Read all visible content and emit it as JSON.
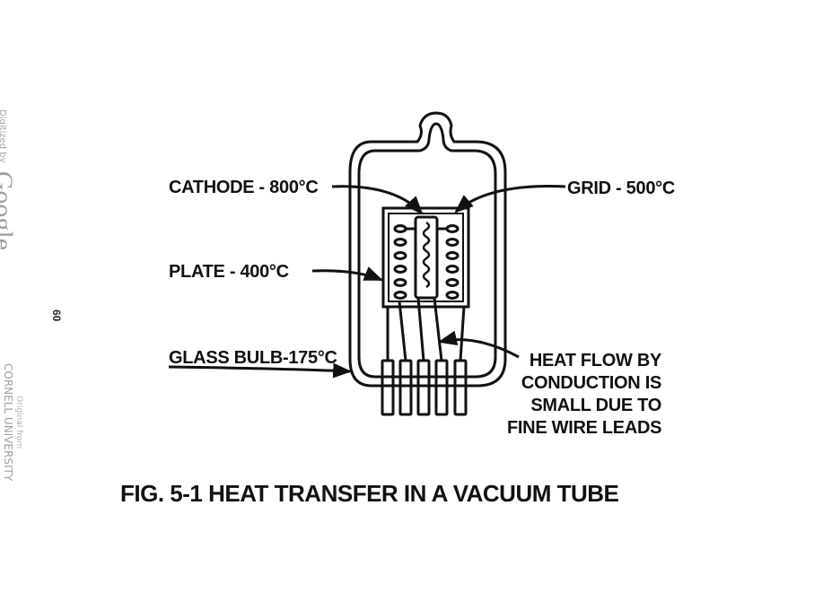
{
  "labels": {
    "cathode": "CATHODE - 800°C",
    "grid": "GRID - 500°C",
    "plate": "PLATE - 400°C",
    "glass_bulb": "GLASS BULB-175°C",
    "heat_flow": [
      "HEAT FLOW BY",
      "CONDUCTION IS",
      "SMALL DUE TO",
      "FINE WIRE LEADS"
    ]
  },
  "caption": "FIG. 5-1   HEAT TRANSFER IN A VACUUM TUBE",
  "page_number": "60",
  "sidebar": {
    "digitized_by": "Digitized by",
    "google": "Google",
    "original_from": "Original from",
    "institution": "CORNELL UNIVERSITY"
  },
  "colors": {
    "ink": "#111111",
    "watermark": "#9a9a9a",
    "background": "#ffffff"
  }
}
